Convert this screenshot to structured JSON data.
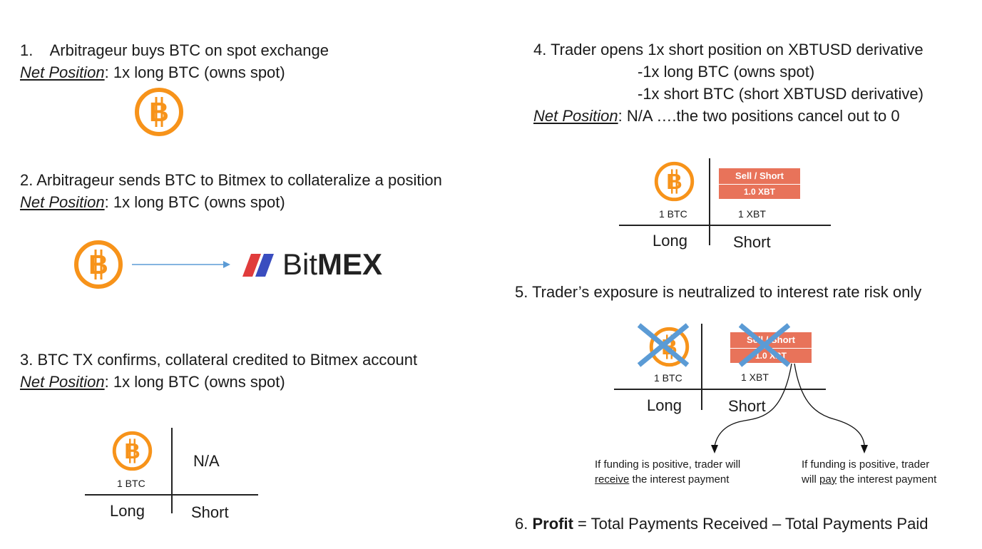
{
  "step1": {
    "number": "1.",
    "title": "Arbitrageur buys BTC on spot exchange",
    "np_label": "Net Position",
    "np_value": ": 1x long BTC (owns spot)"
  },
  "step2": {
    "title": "2. Arbitrageur sends BTC to Bitmex to collateralize a position",
    "np_label": "Net Position",
    "np_value": ": 1x long BTC (owns spot)",
    "logo_bit": "Bit",
    "logo_mex": "MEX"
  },
  "step3": {
    "title": "3. BTC TX confirms, collateral credited to Bitmex account",
    "np_label": "Net Position",
    "np_value": ": 1x long BTC (owns spot)",
    "btc_caption": "1 BTC",
    "short_value": "N/A",
    "long_label": "Long",
    "short_label": "Short"
  },
  "step4": {
    "title": "4. Trader opens 1x short position on XBTUSD derivative",
    "item1": "-1x long BTC (owns spot)",
    "item2": "-1x short BTC (short XBTUSD derivative)",
    "np_label": "Net Position",
    "np_value": ": N/A ….the two positions cancel out to 0",
    "sell_label": "Sell / Short",
    "sell_qty": "1.0 XBT",
    "btc_caption": "1 BTC",
    "xbt_caption": "1 XBT",
    "long_label": "Long",
    "short_label": "Short"
  },
  "step5": {
    "title": "5. Trader’s exposure is neutralized to interest rate risk only",
    "sell_label": "Sell / Short",
    "sell_qty": "1.0 XBT",
    "btc_caption": "1 BTC",
    "xbt_caption": "1 XBT",
    "long_label": "Long",
    "short_label": "Short",
    "left_note_1": "If funding is positive, trader will",
    "left_note_2_u": "receive",
    "left_note_2_rest": " the interest payment",
    "right_note_1": "If funding is positive, trader",
    "right_note_2_pre": "will ",
    "right_note_2_u": "pay",
    "right_note_2_rest": " the interest payment"
  },
  "step6": {
    "prefix": "6. ",
    "bold": "Profit",
    "rest": " = Total Payments Received – Total Payments Paid"
  },
  "colors": {
    "bitcoin_orange": "#f7931a",
    "sell_red": "#e8735a",
    "cross_blue": "#5b9bd5",
    "arrow_blue": "#5b9bd5",
    "bitmex_red": "#e03c3c",
    "bitmex_blue": "#3a4dbf"
  }
}
